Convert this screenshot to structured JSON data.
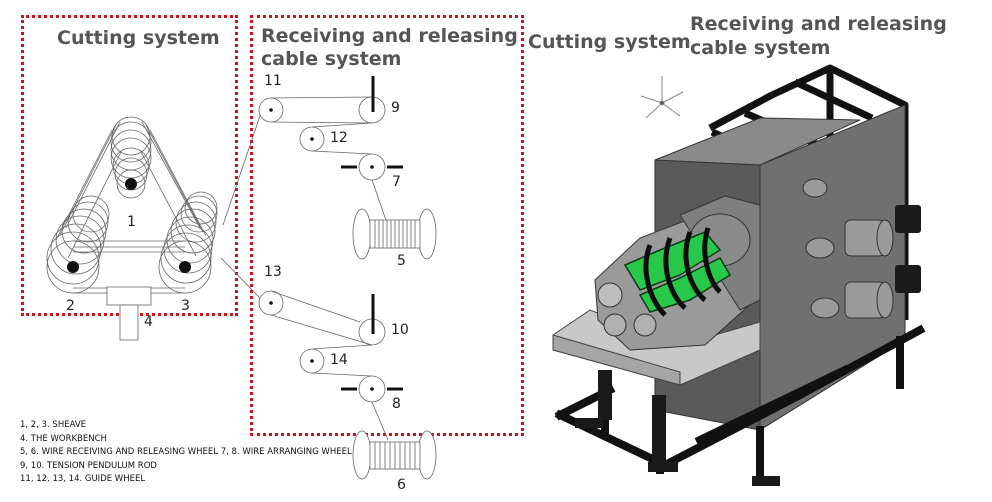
{
  "diagram": {
    "headings": {
      "cutting_left": "Cutting system",
      "receiving_left_line1": "Receiving and releasing",
      "receiving_left_line2": "cable system",
      "cutting_right": "Cutting system",
      "receiving_right_line1": "Receiving and releasing",
      "receiving_right_line2": "cable system"
    },
    "labels": {
      "n1": "1",
      "n2": "2",
      "n3": "3",
      "n4": "4",
      "n5": "5",
      "n6": "6",
      "n7": "7",
      "n8": "8",
      "n9": "9",
      "n10": "10",
      "n11": "11",
      "n12": "12",
      "n13": "13",
      "n14": "14"
    },
    "legend": [
      "1, 2, 3. SHEAVE",
      "4. THE WORKBENCH",
      "5, 6. WIRE RECEIVING AND RELEASING WHEEL 7, 8. WIRE ARRANGING WHEEL",
      "9, 10. TENSION PENDULUM ROD",
      "11, 12, 13, 14. GUIDE WHEEL"
    ],
    "colors": {
      "dotted_frame": "#c8141e",
      "heading": "#555555",
      "machine_frame": "#1a1a1a",
      "machine_panel": "#6b6b6b",
      "wire_coil": "#28c84a"
    }
  }
}
